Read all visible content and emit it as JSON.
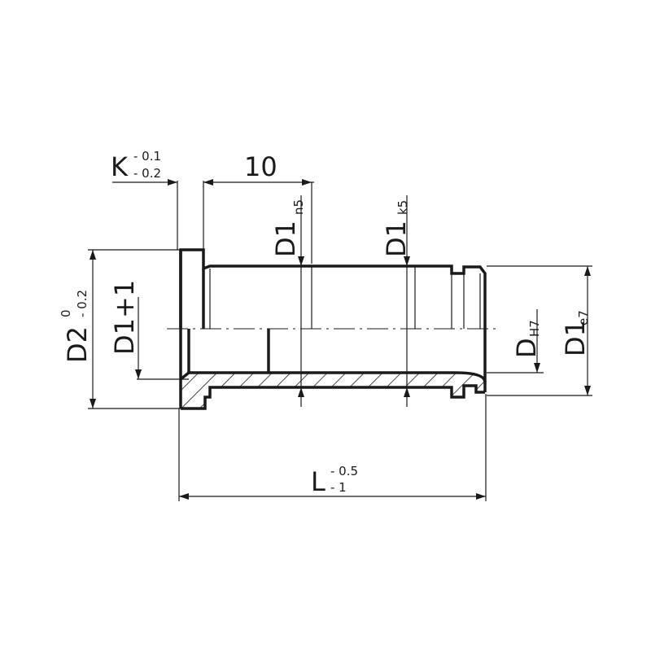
{
  "labels": {
    "k_main": "K",
    "k_upper": "- 0.1",
    "k_lower": "- 0.2",
    "ten": "10",
    "d1n5_main": "D1",
    "d1n5_sub": "n5",
    "d1k5_main": "D1",
    "d1k5_sub": "k5",
    "d2_main": "D2",
    "d2_upper": "0",
    "d2_lower": "- 0.2",
    "d1plus1": "D1+1",
    "dh7_main": "D",
    "dh7_sub": "H7",
    "d1e7_main": "D1",
    "d1e7_sub": "e7",
    "l_main": "L",
    "l_upper": "- 0.5",
    "l_lower": "- 1"
  }
}
